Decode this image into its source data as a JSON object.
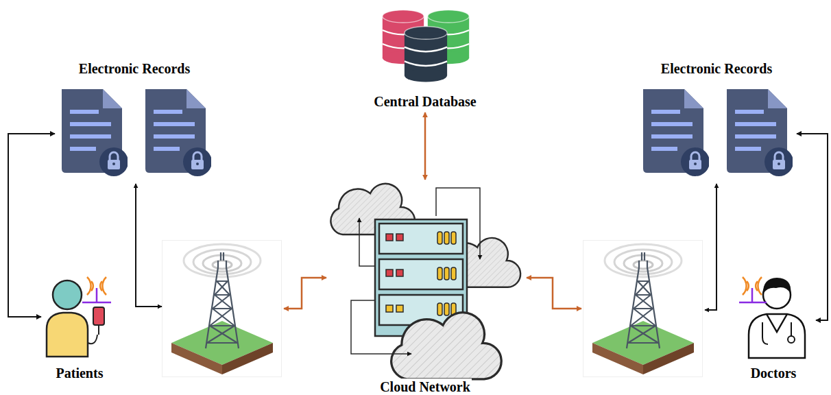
{
  "diagram": {
    "nodes": [
      {
        "text": [
          "Electronic Records"
        ]
      },
      {
        "text": [
          "Central Database"
        ]
      },
      {
        "text": [
          "Electronic Records"
        ]
      },
      {
        "text": [
          "Patients"
        ]
      },
      {
        "text": [
          "Cloud Network"
        ]
      },
      {
        "text": [
          "Doctors"
        ]
      }
    ],
    "edges": [
      {
        "from": 3,
        "to": 0,
        "arrow": "both"
      },
      {
        "from": 1,
        "to": 4,
        "arrow": "both"
      },
      {
        "from": 5,
        "to": 2,
        "arrow": "both"
      }
    ]
  }
}
